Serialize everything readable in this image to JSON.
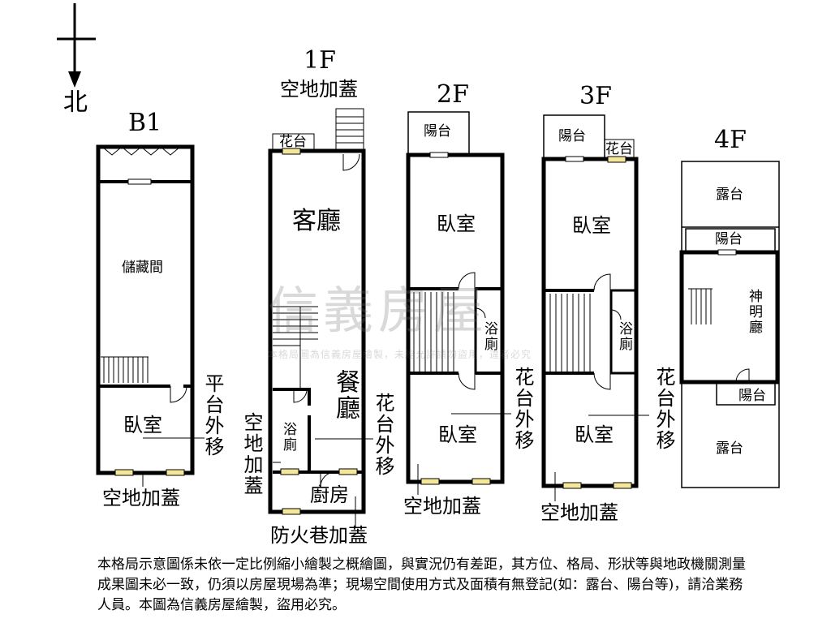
{
  "compass": {
    "north": "北"
  },
  "floors": {
    "b1": {
      "label": "B1",
      "rooms": [
        "儲藏間",
        "臥室"
      ],
      "notes": [
        "平台外移",
        "空地加蓋"
      ]
    },
    "f1": {
      "label": "1F",
      "rooms": [
        "客廳",
        "餐廳",
        "浴廁",
        "廚房",
        "花台"
      ],
      "notes": [
        "空地加蓋",
        "空地加蓋",
        "花台外移",
        "防火巷加蓋"
      ]
    },
    "f2": {
      "label": "2F",
      "rooms": [
        "陽台",
        "臥室",
        "浴廁",
        "臥室"
      ],
      "notes": [
        "花台外移",
        "空地加蓋"
      ]
    },
    "f3": {
      "label": "3F",
      "rooms": [
        "陽台",
        "花台",
        "臥室",
        "浴廁",
        "臥室"
      ],
      "notes": [
        "花台外移",
        "空地加蓋"
      ]
    },
    "f4": {
      "label": "4F",
      "rooms": [
        "露台",
        "陽台",
        "神明廳",
        "陽台",
        "露台"
      ]
    }
  },
  "watermark": {
    "brand": "信義房屋",
    "sub": "本格局圖為信義房屋繪製，未經允許請勿盜用，違者必究"
  },
  "disclaimer": "本格局示意圖係未依一定比例縮小繪製之概繪圖，與實況仍有差距，其方位、格局、形狀等與地政機關測量成果圖未必一致，仍須以房屋現場為準；現場空間使用方式及面積有無登記(如：露台、陽台等)，請洽業務人員。本圖為信義房屋繪製，盜用必究。"
}
